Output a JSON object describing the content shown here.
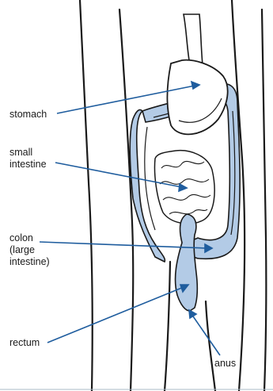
{
  "labels": {
    "stomach": "stomach",
    "small_intestine": "small\nintestine",
    "colon": "colon\n(large\nintestine)",
    "rectum": "rectum",
    "anus": "anus"
  },
  "colors": {
    "organ_fill": "#b3cbe6",
    "outline": "#1a1a1a",
    "pointer": "#1f5d9e"
  }
}
